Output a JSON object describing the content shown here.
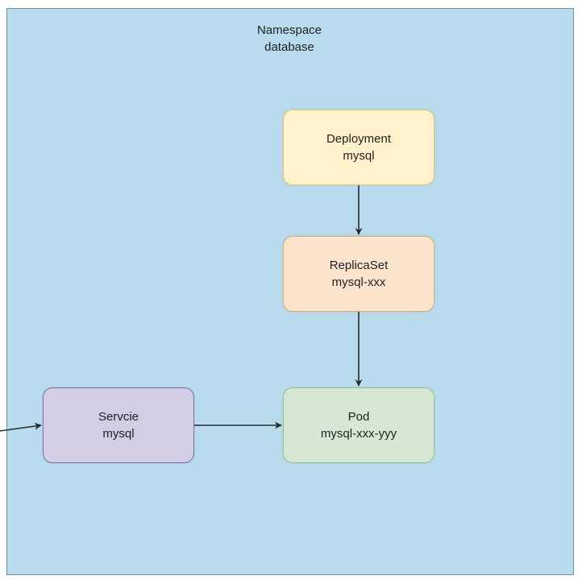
{
  "namespace": {
    "line1": "Namespace",
    "line2": "database",
    "fill": "#b8dbed",
    "stroke": "#6f8fa4"
  },
  "nodes": {
    "deployment": {
      "line1": "Deployment",
      "line2": "mysql",
      "fill": "#fff2cc"
    },
    "replicaset": {
      "line1": "ReplicaSet",
      "line2": "mysql-xxx",
      "fill": "#fde5cd"
    },
    "pod": {
      "line1": "Pod",
      "line2": "mysql-xxx-yyy",
      "fill": "#d6e8d4"
    },
    "service": {
      "line1": "Servcie",
      "line2": "mysql",
      "fill": "#d3cde6"
    }
  },
  "edges": [
    {
      "from": "deployment",
      "to": "replicaset"
    },
    {
      "from": "replicaset",
      "to": "pod"
    },
    {
      "from": "service",
      "to": "pod"
    },
    {
      "from": "external",
      "to": "service"
    }
  ]
}
